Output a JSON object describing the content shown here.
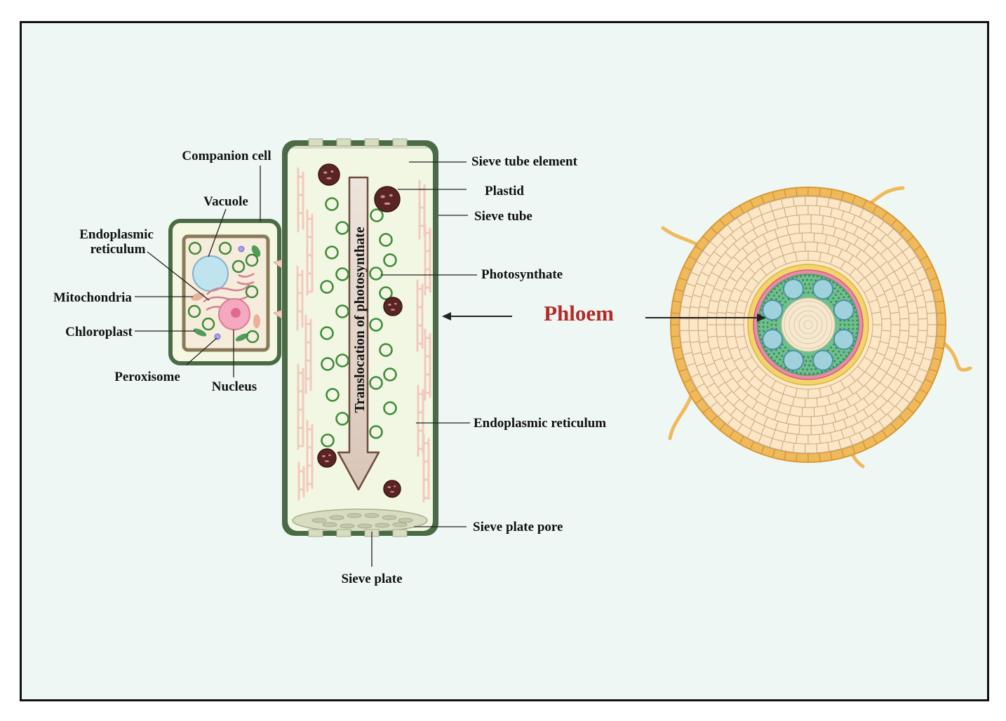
{
  "labels": {
    "companion_cell": "Companion cell",
    "vacuole": "Vacuole",
    "endoplasmic_reticulum_left_1": "Endoplasmic",
    "endoplasmic_reticulum_left_2": "reticulum",
    "mitochondria": "Mitochondria",
    "chloroplast": "Chloroplast",
    "peroxisome": "Peroxisome",
    "nucleus": "Nucleus",
    "sieve_tube_element": "Sieve tube element",
    "plastid": "Plastid",
    "sieve_tube": "Sieve tube",
    "photosynthate": "Photosynthate",
    "phloem": "Phloem",
    "endoplasmic_reticulum_right": "Endoplasmic reticulum",
    "sieve_plate_pore": "Sieve plate pore",
    "sieve_plate": "Sieve plate",
    "translocation": "Translocation of photosynthate"
  },
  "colors": {
    "background": "#eef7f3",
    "cell_wall_green": "#4a6b45",
    "tube_fill": "#f2f7e4",
    "er_pink": "#f2c9bd",
    "photosynthate_ring": "#3f8c3a",
    "plastid_brown": "#5a2424",
    "phloem_red": "#b42a2a",
    "epidermis_orange": "#f0b95a",
    "cortex_cream": "#fbe6c6",
    "vascular_green": "#6fc08f",
    "xylem_blue": "#9fd2dc"
  }
}
